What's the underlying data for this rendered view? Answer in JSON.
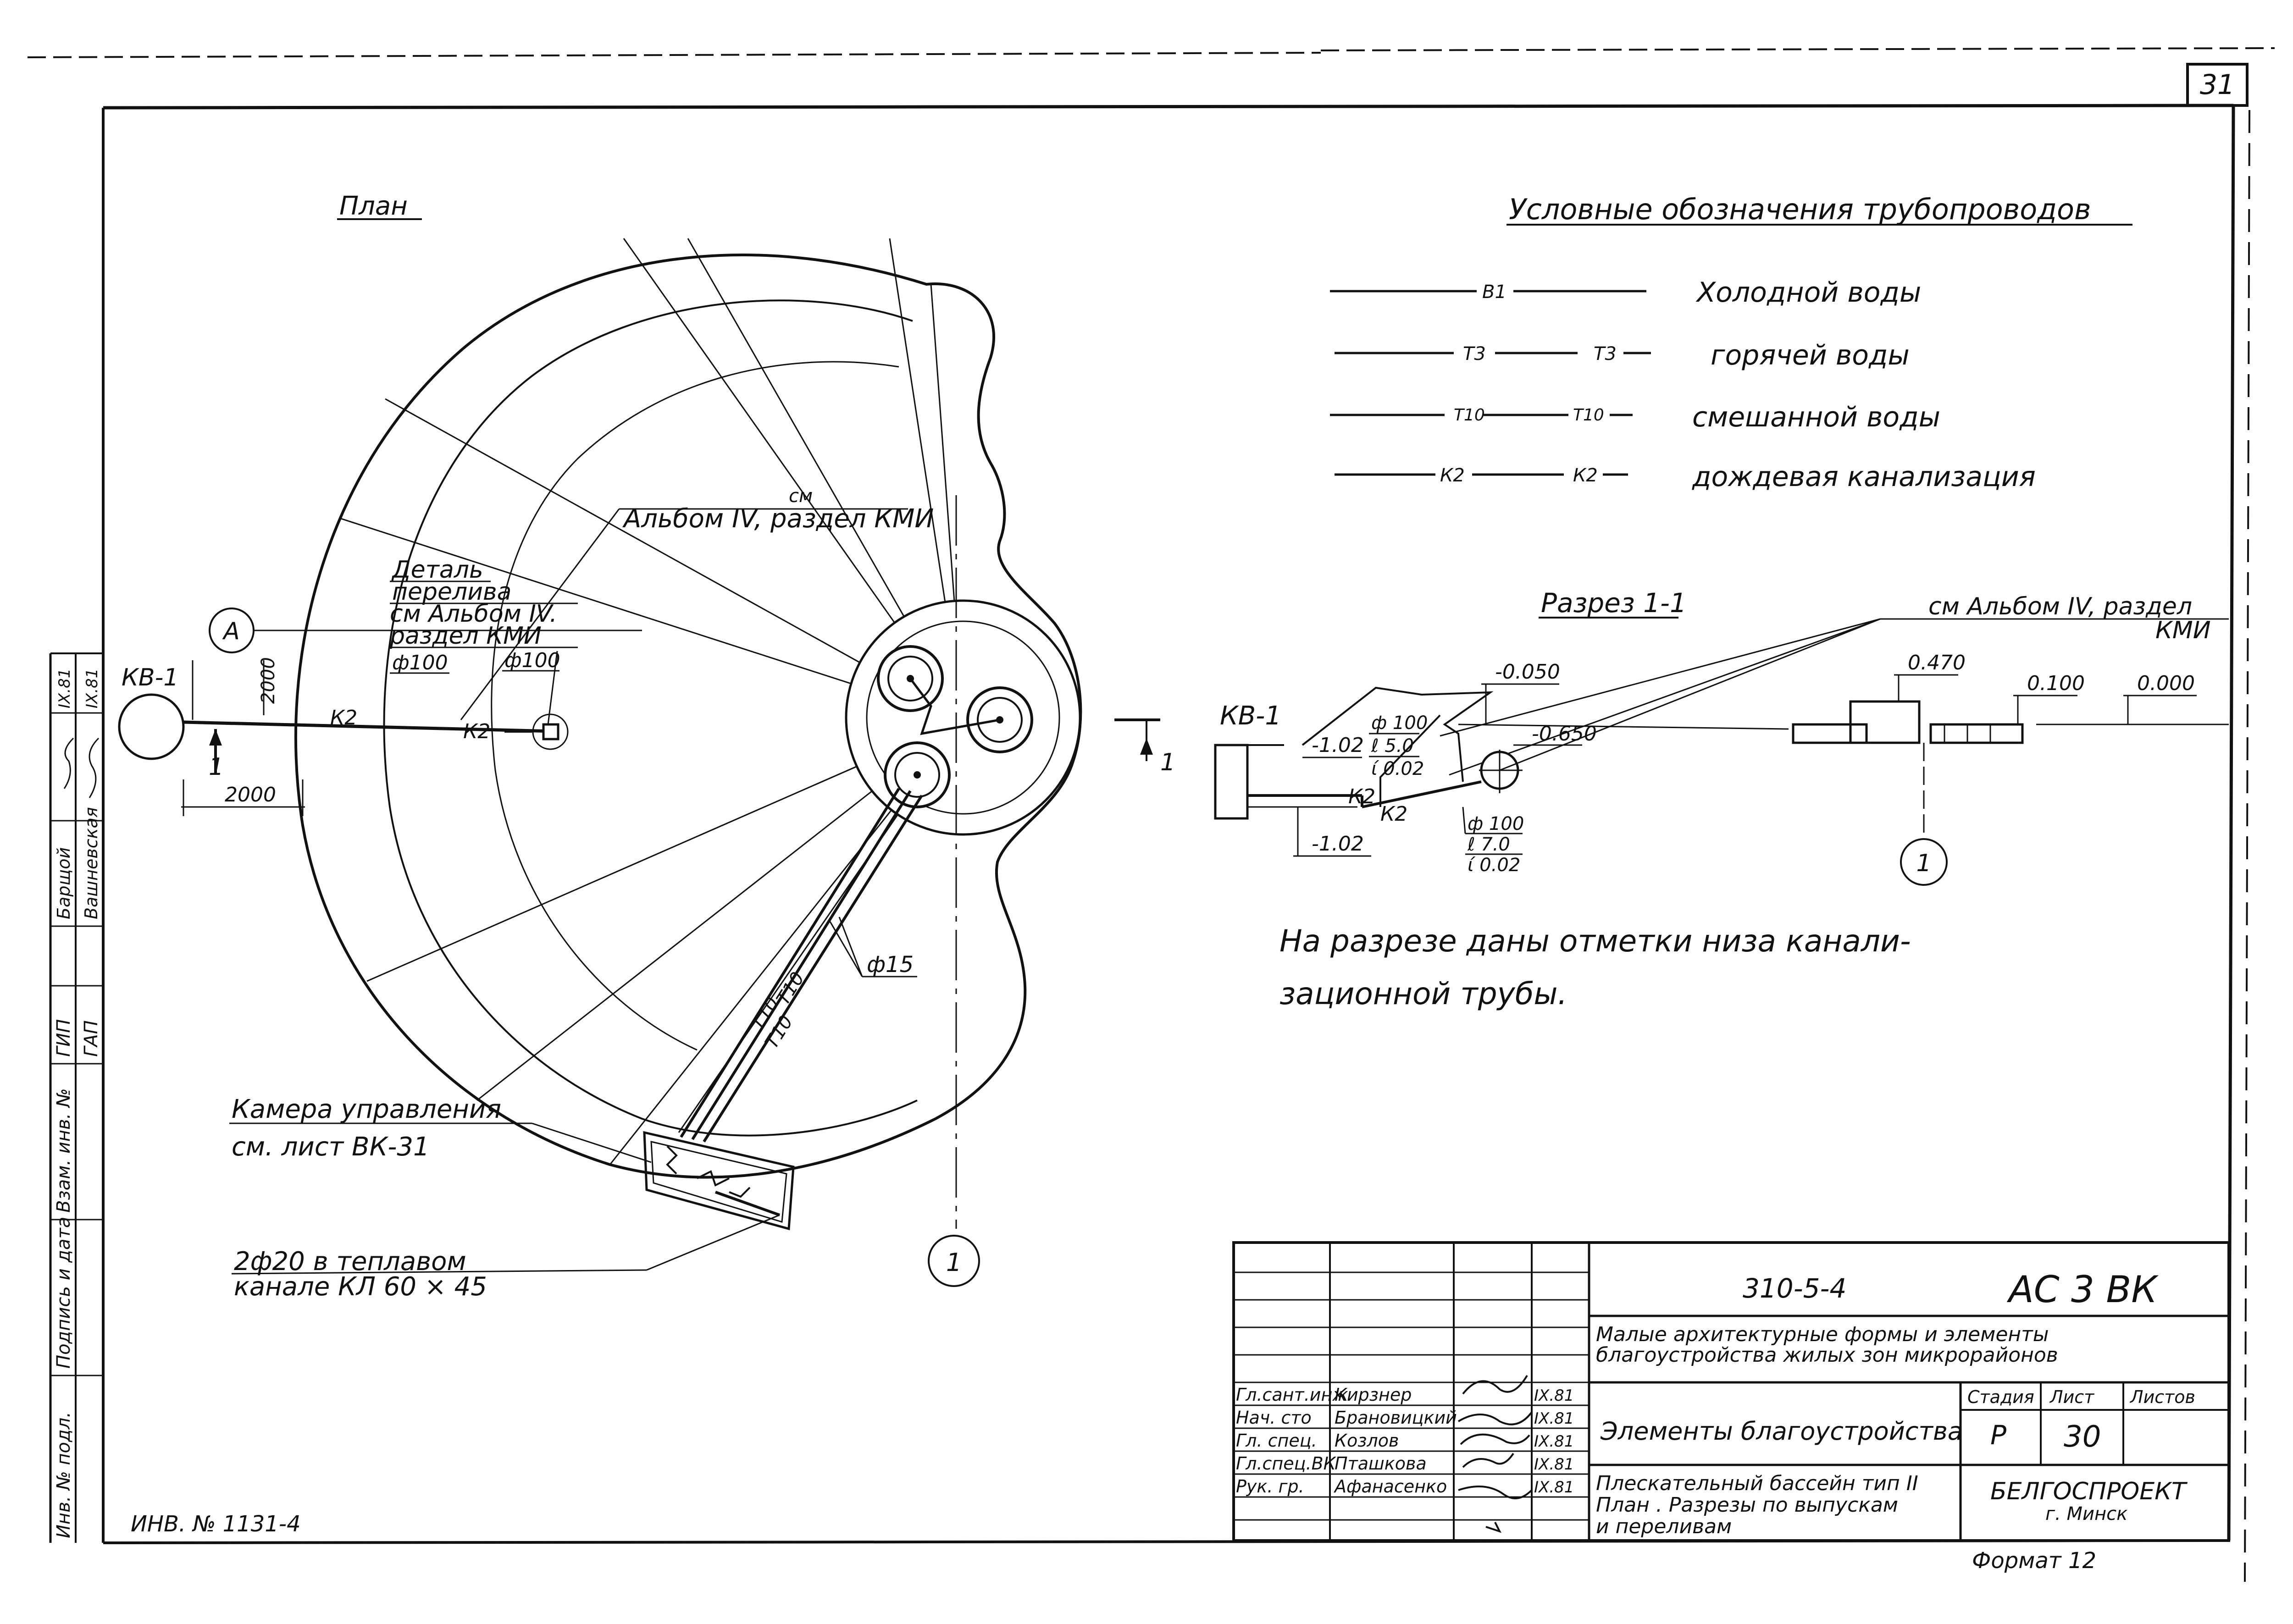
{
  "sheet_number": "31",
  "plan": {
    "title": "План",
    "kv1_label": "КВ-1",
    "axis_a": "А",
    "dim_vertical": "2000",
    "dim_horizontal": "2000",
    "section_mark_left": "1",
    "section_mark_right": "1",
    "axis_1": "1",
    "k2_label_1": "К2",
    "k2_label_2": "К2",
    "ref_sm": "см",
    "ref_album": "Альбом IV, раздел КМИ",
    "detail_l1": "Деталь",
    "detail_l2": "перелива",
    "detail_l3": "см Альбом IV.",
    "detail_l4": "раздел КМИ",
    "diam_1": "ф100",
    "diam_2": "ф100",
    "pipe_t10_a": "Т10",
    "pipe_t10_b": "Т10",
    "pipe_t10_c": "Т10",
    "diam_15": "ф15",
    "chamber_l1": "Камера управления",
    "chamber_l2": "см. лист ВК-31",
    "channel_l1": "2ф20 в теплавом",
    "channel_l2": "канале КЛ 60 × 45",
    "inv_no": "ИНВ. № 1131-4"
  },
  "legend": {
    "title": "Условные обозначения трубопроводов",
    "items": [
      {
        "codes": [
          "В1"
        ],
        "text": "Холодной воды"
      },
      {
        "codes": [
          "Т3",
          "Т3"
        ],
        "text": "горячей воды"
      },
      {
        "codes": [
          "Т10",
          "Т10"
        ],
        "text": "смешанной воды"
      },
      {
        "codes": [
          "К2",
          "К2"
        ],
        "text": "дождевая канализация"
      }
    ]
  },
  "section": {
    "title": "Разрез 1-1",
    "ref_l1": "см Альбом IV, раздел",
    "ref_l2": "КМИ",
    "kv1_label": "КВ-1",
    "elev_m050": "-0.050",
    "elev_m650": "-0.650",
    "elev_470": "0.470",
    "elev_100": "0.100",
    "elev_000": "0.000",
    "elev_m102a": "-1.02",
    "elev_m102b": "-1.02",
    "k2_a": "К2",
    "k2_b": "К2",
    "pipe1_d": "ф 100",
    "pipe1_l": "ℓ 5.0",
    "pipe1_i": "ί 0.02",
    "pipe2_d": "ф 100",
    "pipe2_l": "ℓ 7.0",
    "pipe2_i": "ί 0.02",
    "axis_1": "1"
  },
  "note": {
    "line1": "На разрезе даны отметки низа канали-",
    "line2": "зационной трубы."
  },
  "left_strip": {
    "labels": [
      "Инв. № подл.",
      "Подпись и дата",
      "Взам. инв. №",
      "ГИП",
      "ГАП",
      "Барщой",
      "Вашневская"
    ],
    "dates": [
      "IX.81",
      "IX.81"
    ]
  },
  "title_block": {
    "code": "310-5-4",
    "mark": "АС 3 ВК",
    "project_l1": "Малые архитектурные формы и элементы",
    "project_l2": "благоустройства жилых зон микрорайонов",
    "section_name": "Элементы благоустройства",
    "drawing_l1": "Плескательный бассейн тип II",
    "drawing_l2": "План . Разрезы по выпускам",
    "drawing_l3": "и переливам",
    "stage_label": "Стадия",
    "sheet_label": "Лист",
    "sheets_label": "Листов",
    "stage": "Р",
    "sheet": "30",
    "org_l1": "БЕЛГОСПРОЕКТ",
    "org_l2": "г. Минск",
    "format": "Формат 12",
    "staff": [
      {
        "role": "Гл.сант.инж",
        "name": "Кирзнер",
        "date": "IX.81"
      },
      {
        "role": "Нач. сто",
        "name": "Брановицкий",
        "date": "IX.81"
      },
      {
        "role": "Гл. спец.",
        "name": "Козлов",
        "date": "IX.81"
      },
      {
        "role": "Гл.спец.ВК",
        "name": "Пташкова",
        "date": "IX.81"
      },
      {
        "role": "Рук. гр.",
        "name": "Афанасенко",
        "date": "IX.81"
      }
    ]
  }
}
